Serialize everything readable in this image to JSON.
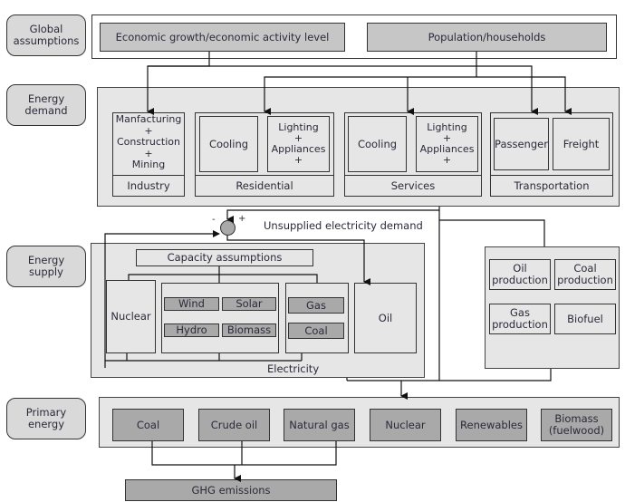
{
  "lanes": {
    "global": "Global\nassumptions",
    "demand": "Energy\ndemand",
    "supply": "Energy\nsupply",
    "primary": "Primary\nenergy"
  },
  "global_assumptions": {
    "economic": "Economic growth/economic activity level",
    "population": "Population/households"
  },
  "energy_demand": {
    "industry": {
      "content": "Manfacturing\n+\nConstruction\n+\nMining",
      "label": "Industry"
    },
    "residential": {
      "cooling": "Cooling",
      "lighting": "Lighting\n+\nAppliances\n+",
      "label": "Residential"
    },
    "services": {
      "cooling": "Cooling",
      "lighting": "Lighting\n+\nAppliances\n+",
      "label": "Services"
    },
    "transportation": {
      "passenger": "Passenger",
      "freight": "Freight",
      "label": "Transportation"
    }
  },
  "feedback": {
    "minus": "-",
    "plus": "+",
    "label": "Unsupplied electricity demand"
  },
  "energy_supply": {
    "capacity": "Capacity assumptions",
    "nuclear": "Nuclear",
    "renewables": [
      "Wind",
      "Solar",
      "Hydro",
      "Biomass"
    ],
    "fossil": [
      "Gas",
      "Coal"
    ],
    "oil": "Oil",
    "electricity_label": "Electricity",
    "production": [
      "Oil\nproduction",
      "Coal\nproduction",
      "Gas\nproduction",
      "Biofuel"
    ]
  },
  "primary_energy": {
    "items": [
      "Coal",
      "Crude oil",
      "Natural gas",
      "Nuclear",
      "Renewables",
      "Biomass\n(fuelwood)"
    ],
    "ghg": "GHG emissions"
  }
}
